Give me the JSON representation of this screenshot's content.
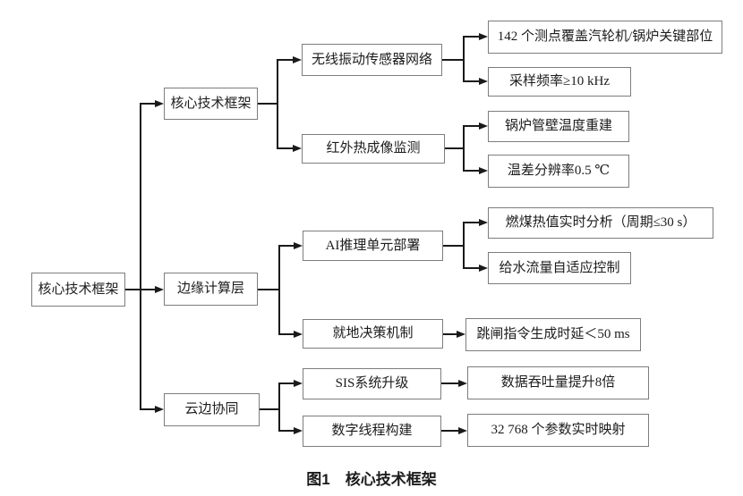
{
  "diagram": {
    "caption": "图1　核心技术框架",
    "colors": {
      "background": "#ffffff",
      "box_border": "#7d7d7d",
      "connector_line": "#1a1a1a",
      "text": "#1c1c1c"
    },
    "tree": {
      "label": "核心技术框架",
      "children": [
        {
          "label": "核心技术框架",
          "children": [
            {
              "label": "无线振动传感器网络",
              "children": [
                {
                  "label": "142 个测点覆盖汽轮机/锅炉关键部位"
                },
                {
                  "label": "采样频率≥10 kHz"
                }
              ]
            },
            {
              "label": "红外热成像监测",
              "children": [
                {
                  "label": "锅炉管壁温度重建"
                },
                {
                  "label": "温差分辨率0.5 ℃"
                }
              ]
            }
          ]
        },
        {
          "label": "边缘计算层",
          "children": [
            {
              "label": "AI推理单元部署",
              "children": [
                {
                  "label": "燃煤热值实时分析（周期≤30 s）"
                },
                {
                  "label": "给水流量自适应控制"
                }
              ]
            },
            {
              "label": "就地决策机制",
              "children": [
                {
                  "label": "跳闸指令生成时延＜50 ms"
                }
              ]
            }
          ]
        },
        {
          "label": "云边协同",
          "children": [
            {
              "label": "SIS系统升级",
              "children": [
                {
                  "label": "数据吞吐量提升8倍"
                }
              ]
            },
            {
              "label": "数字线程构建",
              "children": [
                {
                  "label": "32 768 个参数实时映射"
                }
              ]
            }
          ]
        }
      ]
    }
  }
}
